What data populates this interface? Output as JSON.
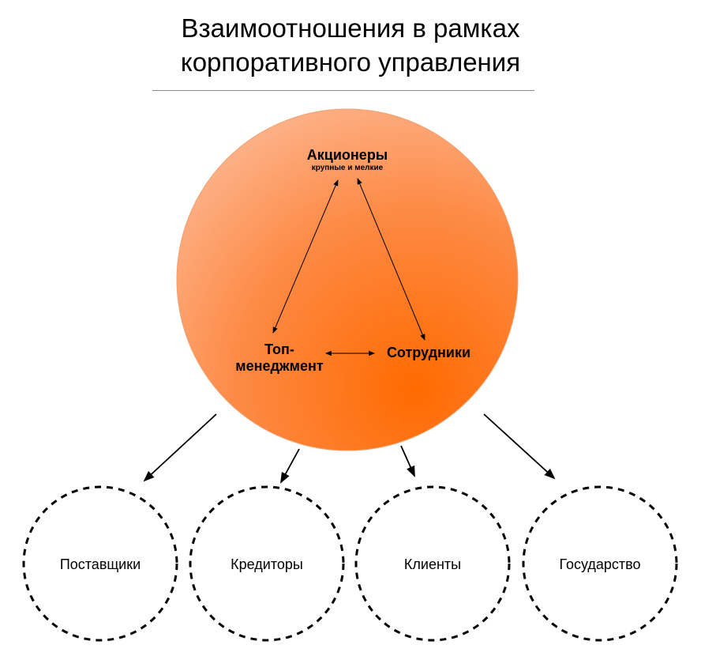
{
  "title": {
    "line1": "Взаимоотношения в рамках",
    "line2": "корпоративного управления"
  },
  "core": {
    "shareholders": "Акционеры",
    "shareholders_sub": "крупные и мелкие",
    "top_management_line1": "Топ-",
    "top_management_line2": "менеджмент",
    "employees": "Сотрудники"
  },
  "stakeholders": [
    "Поставщики",
    "Кредиторы",
    "Клиенты",
    "Государство"
  ],
  "colors": {
    "core_fill_light": "#fdb58a",
    "core_fill_dark": "#ff6a00",
    "dashed_stroke": "#000000"
  }
}
